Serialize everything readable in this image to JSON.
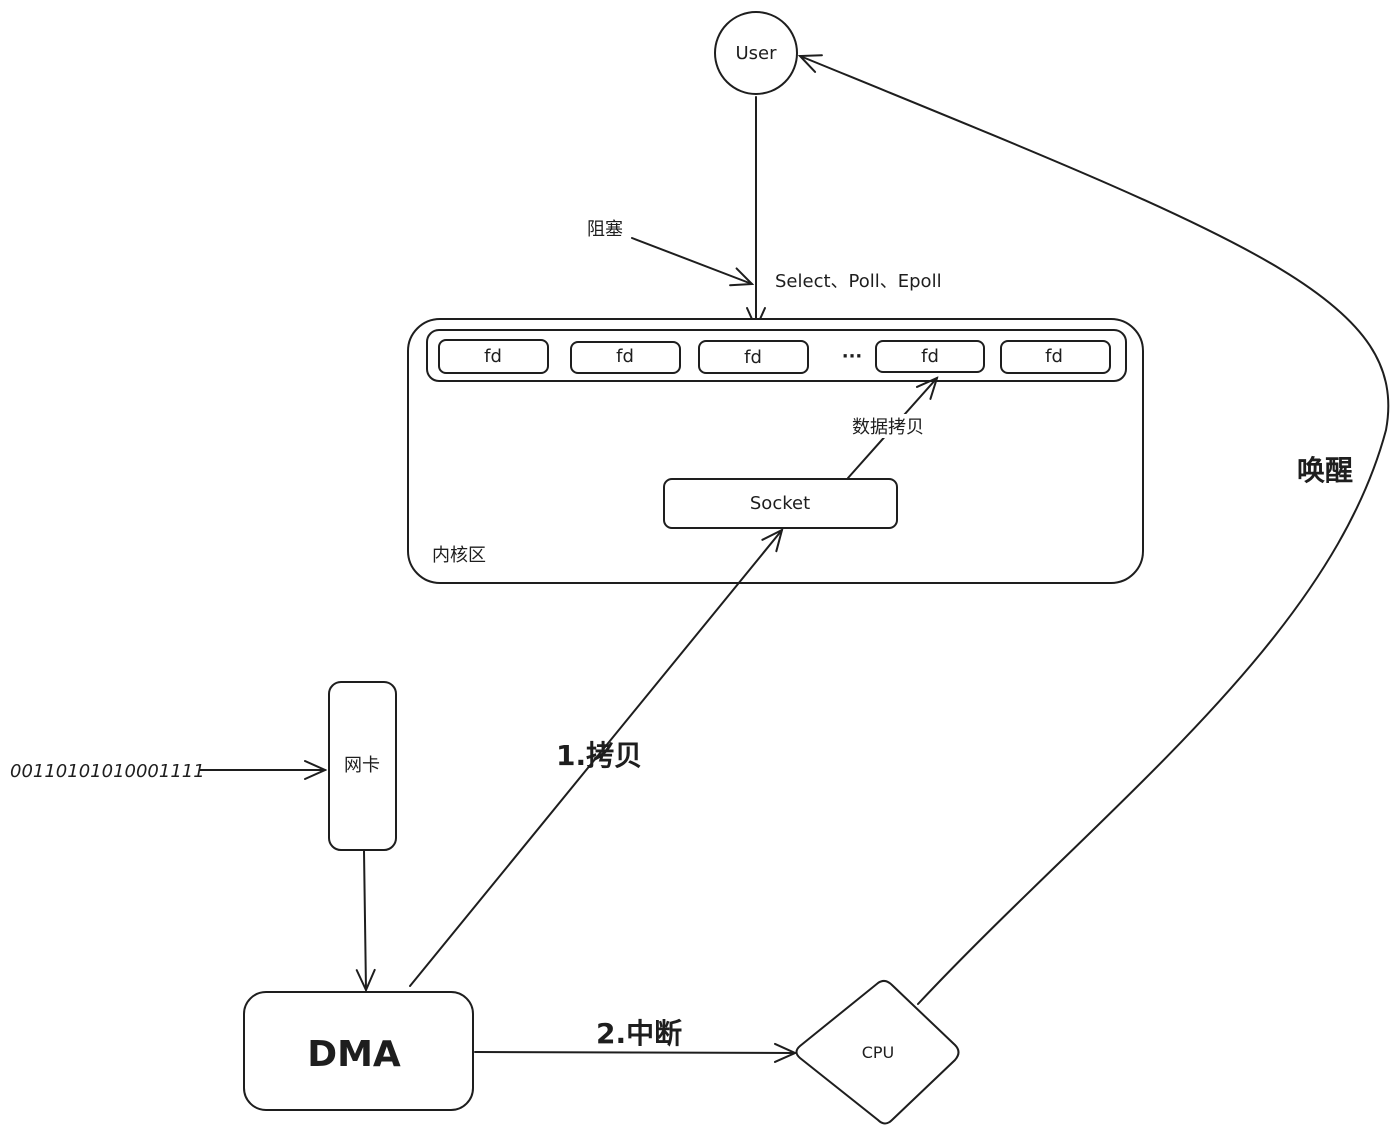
{
  "nodes": {
    "user": {
      "label": "User"
    },
    "kernel": {
      "label": "内核区"
    },
    "fd_items": [
      "fd",
      "fd",
      "fd",
      "fd",
      "fd"
    ],
    "fd_ellipsis": "···",
    "socket": {
      "label": "Socket"
    },
    "nic": {
      "label": "网卡"
    },
    "dma": {
      "label": "DMA"
    },
    "cpu": {
      "label": "CPU"
    }
  },
  "input_bits": "00110101010001111",
  "edges": {
    "block": {
      "label": "阻塞"
    },
    "syscall": {
      "label": "Select、Poll、Epoll"
    },
    "data_copy": {
      "label": "数据拷贝"
    },
    "copy": {
      "label": "1.拷贝"
    },
    "interrupt": {
      "label": "2.中断"
    },
    "wakeup": {
      "label": "唤醒"
    }
  },
  "colors": {
    "stroke": "#1e1e1e",
    "background": "#ffffff"
  }
}
